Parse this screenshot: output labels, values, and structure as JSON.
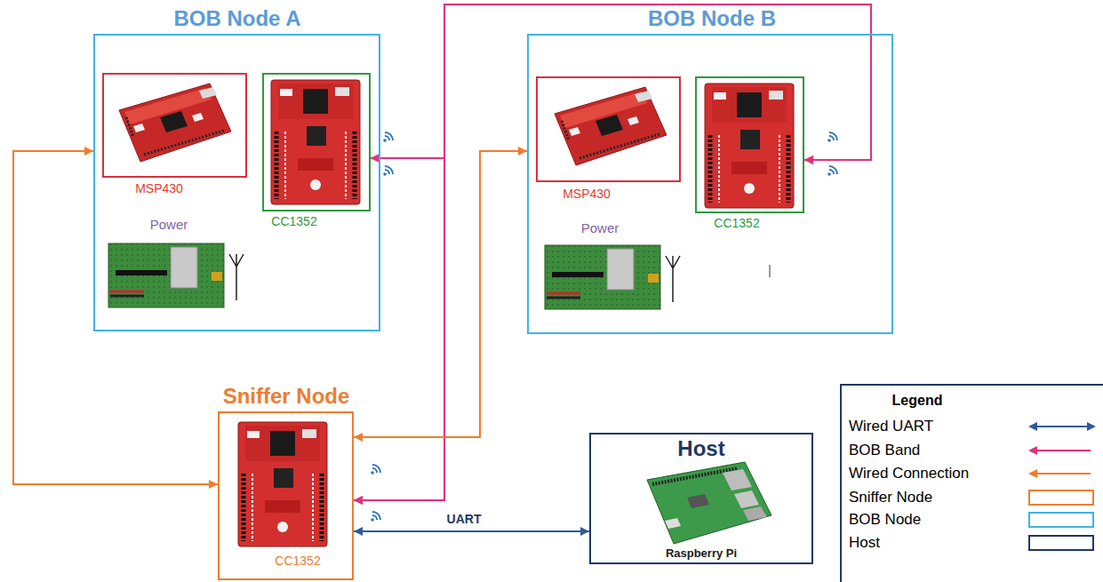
{
  "diagram": {
    "nodes": [
      {
        "text": [
          "BOB Node A"
        ]
      },
      {
        "text": [
          "MSP430"
        ],
        "in": 0
      },
      {
        "text": [
          "CC1352"
        ],
        "in": 0
      },
      {
        "text": [
          "BOB Node B"
        ]
      },
      {
        "text": [
          "MSP430"
        ],
        "in": 3
      },
      {
        "text": [
          "CC1352"
        ],
        "in": 3
      },
      {
        "text": [
          "Sniffer Node",
          "CC1352"
        ]
      },
      {
        "text": [
          "Host",
          "Raspberry Pi"
        ]
      }
    ],
    "edges": [
      {
        "from": 2,
        "to": 5,
        "arrow": "both"
      },
      {
        "from": 5,
        "to": 6,
        "arrow": "both"
      },
      {
        "from": 2,
        "to": 6,
        "arrow": "both"
      },
      {
        "from": 0,
        "to": 6,
        "arrow": "both"
      },
      {
        "from": 3,
        "to": 6,
        "arrow": "both"
      },
      {
        "from": 6,
        "to": 7,
        "label": "UART",
        "arrow": "both"
      }
    ],
    "labels": [
      "Power",
      "Power",
      "Legend"
    ],
    "legend": [
      {
        "text": "Wired UART"
      },
      {
        "text": "BOB Band"
      },
      {
        "text": "Wired Connection"
      },
      {
        "text": "Sniffer Node"
      },
      {
        "text": "BOB Node"
      },
      {
        "text": "Host"
      }
    ]
  }
}
